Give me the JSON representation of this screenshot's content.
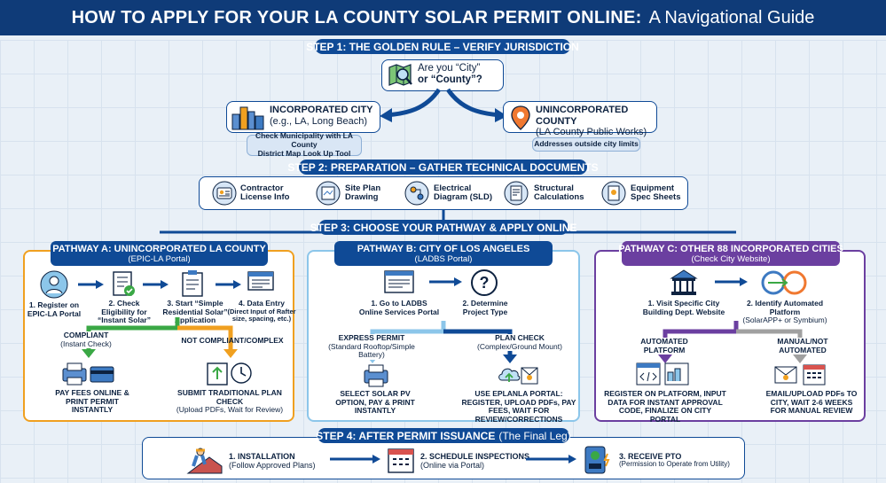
{
  "title": {
    "bold": "HOW TO APPLY FOR YOUR LA COUNTY SOLAR PERMIT ONLINE:",
    "rest": "A Navigational Guide"
  },
  "step1": {
    "header": "STEP 1: THE GOLDEN RULE – VERIFY JURISDICTION",
    "question_line1": "Are you “City”",
    "question_line2": "or “County”?",
    "city_title": "INCORPORATED CITY",
    "city_sub": "(e.g., LA, Long Beach)",
    "city_note_1": "Check Municipality with LA County",
    "city_note_2": "District Map Look Up Tool",
    "county_title": "UNINCORPORATED COUNTY",
    "county_sub": "(LA County Public Works)",
    "county_note": "Addresses outside city limits"
  },
  "step2": {
    "header": "STEP 2: PREPARATION – GATHER TECHNICAL DOCUMENTS",
    "docs": [
      {
        "l1": "Contractor",
        "l2": "License Info"
      },
      {
        "l1": "Site Plan",
        "l2": "Drawing"
      },
      {
        "l1": "Electrical",
        "l2": "Diagram (SLD)"
      },
      {
        "l1": "Structural",
        "l2": "Calculations"
      },
      {
        "l1": "Equipment",
        "l2": "Spec Sheets"
      }
    ]
  },
  "step3": {
    "header": "STEP 3: CHOOSE YOUR PATHWAY & APPLY ONLINE",
    "pathA": {
      "title": "PATHWAY A: UNINCORPORATED LA COUNTY",
      "sub": "(EPIC-LA Portal)",
      "s1": "1. Register on EPIC-LA Portal",
      "s2": "2. Check Eligibility for “Instant Solar”",
      "s3": "3. Start “Simple Residential Solar” Application",
      "s4a": "4. Data Entry",
      "s4b": "(Direct Input of Rafter size, spacing, etc.)",
      "compliant": "COMPLIANT",
      "compliant_sub": "(Instant Check)",
      "notcompliant": "NOT COMPLIANT/COMPLEX",
      "out1": "PAY FEES ONLINE & PRINT PERMIT INSTANTLY",
      "out2a": "SUBMIT TRADITIONAL PLAN CHECK",
      "out2b": "(Upload PDFs, Wait for Review)"
    },
    "pathB": {
      "title": "PATHWAY B: CITY OF LOS ANGELES",
      "sub": "(LADBS Portal)",
      "s1": "1. Go to LADBS Online Services Portal",
      "s2": "2. Determine Project Type",
      "express": "EXPRESS PERMIT",
      "express_sub": "(Standard Rooftop/Simple Battery)",
      "plancheck": "PLAN CHECK",
      "plancheck_sub": "(Complex/Ground Mount)",
      "out1": "SELECT SOLAR PV OPTION, PAY & PRINT INSTANTLY",
      "out2": "USE EPLANLA PORTAL: REGISTER, UPLOAD PDFs, PAY FEES, WAIT FOR REVIEW/CORRECTIONS"
    },
    "pathC": {
      "title": "PATHWAY C: OTHER 88 INCORPORATED CITIES",
      "sub": "(Check City Website)",
      "s1": "1. Visit Specific City Building Dept. Website",
      "s2a": "2. Identify Automated Platform",
      "s2b": "(SolarAPP+ or Symbium)",
      "auto": "AUTOMATED PLATFORM",
      "manual": "MANUAL/NOT AUTOMATED",
      "out1": "REGISTER ON PLATFORM, INPUT DATA FOR INSTANT APPROVAL CODE, FINALIZE ON CITY PORTAL",
      "out2": "EMAIL/UPLOAD PDFs TO CITY, WAIT 2-6 WEEKS FOR MANUAL REVIEW"
    }
  },
  "step4": {
    "header_bold": "STEP 4: AFTER PERMIT ISSUANCE",
    "header_rest": "(The Final Leg)",
    "i1a": "1. INSTALLATION",
    "i1b": "(Follow Approved Plans)",
    "i2a": "2. SCHEDULE INSPECTIONS",
    "i2b": "(Online via Portal)",
    "i3a": "3. RECEIVE PTO",
    "i3b": "(Permission to Operate from Utility)"
  },
  "colors": {
    "navy": "#0f4a96",
    "orange": "#f0a020",
    "lightblue": "#8cc6ea",
    "purple": "#6b3fa0",
    "green": "#3aa845"
  }
}
